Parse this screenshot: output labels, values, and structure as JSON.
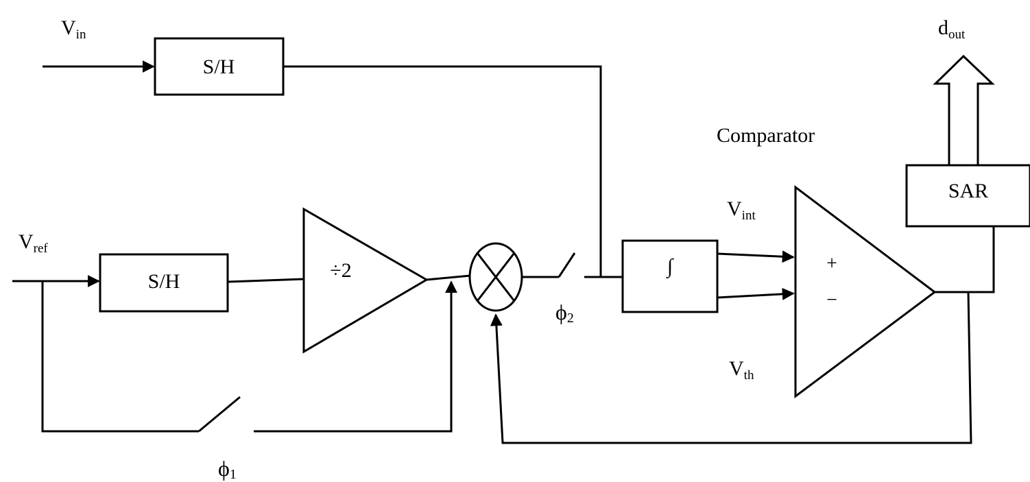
{
  "diagram": {
    "labels": {
      "vin_main": "V",
      "vin_sub": "in",
      "vref_main": "V",
      "vref_sub": "ref",
      "vint_main": "V",
      "vint_sub": "int",
      "vth_main": "V",
      "vth_sub": "th",
      "dout_main": "d",
      "dout_sub": "out",
      "phi1_main": "ϕ",
      "phi1_sub": "1",
      "phi2_main": "ϕ",
      "phi2_sub": "2",
      "comparator": "Comparator",
      "plus": "+",
      "minus": "−"
    },
    "blocks": {
      "sh_top": "S/H",
      "sh_bottom": "S/H",
      "divider": "÷2",
      "integrator": "∫",
      "sar": "SAR"
    }
  }
}
